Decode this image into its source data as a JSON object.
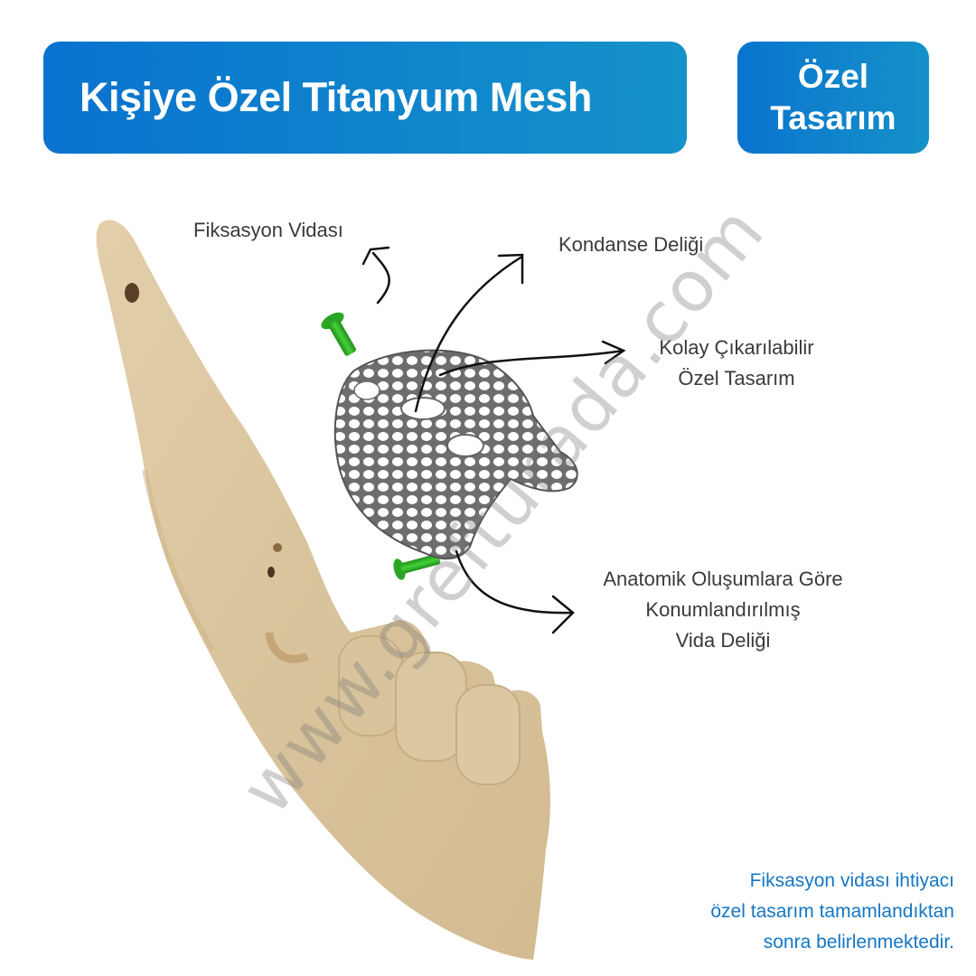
{
  "header": {
    "title": "Kişiye Özel Titanyum Mesh",
    "badge_line1": "Özel",
    "badge_line2": "Tasarım"
  },
  "colors": {
    "banner_start": "#0a72cf",
    "banner_end": "#1592c9",
    "bone": "#dcc7a1",
    "screw": "#2fb52a",
    "note_text": "#1477c4"
  },
  "labels": {
    "fixation_screw": "Fiksasyon Vidası",
    "condense_hole": "Kondanse Deliği",
    "easy_removable_1": "Kolay Çıkarılabilir",
    "easy_removable_2": "Özel Tasarım",
    "anatomic_1": "Anatomik Oluşumlara Göre",
    "anatomic_2": "Konumlandırılmış",
    "anatomic_3": "Vida Deliği"
  },
  "note": {
    "line1": "Fiksasyon vidası ihtiyacı",
    "line2": "özel tasarım tamamlandıktan",
    "line3": "sonra belirlenmektedir."
  },
  "watermark": "www.grefturada.com"
}
